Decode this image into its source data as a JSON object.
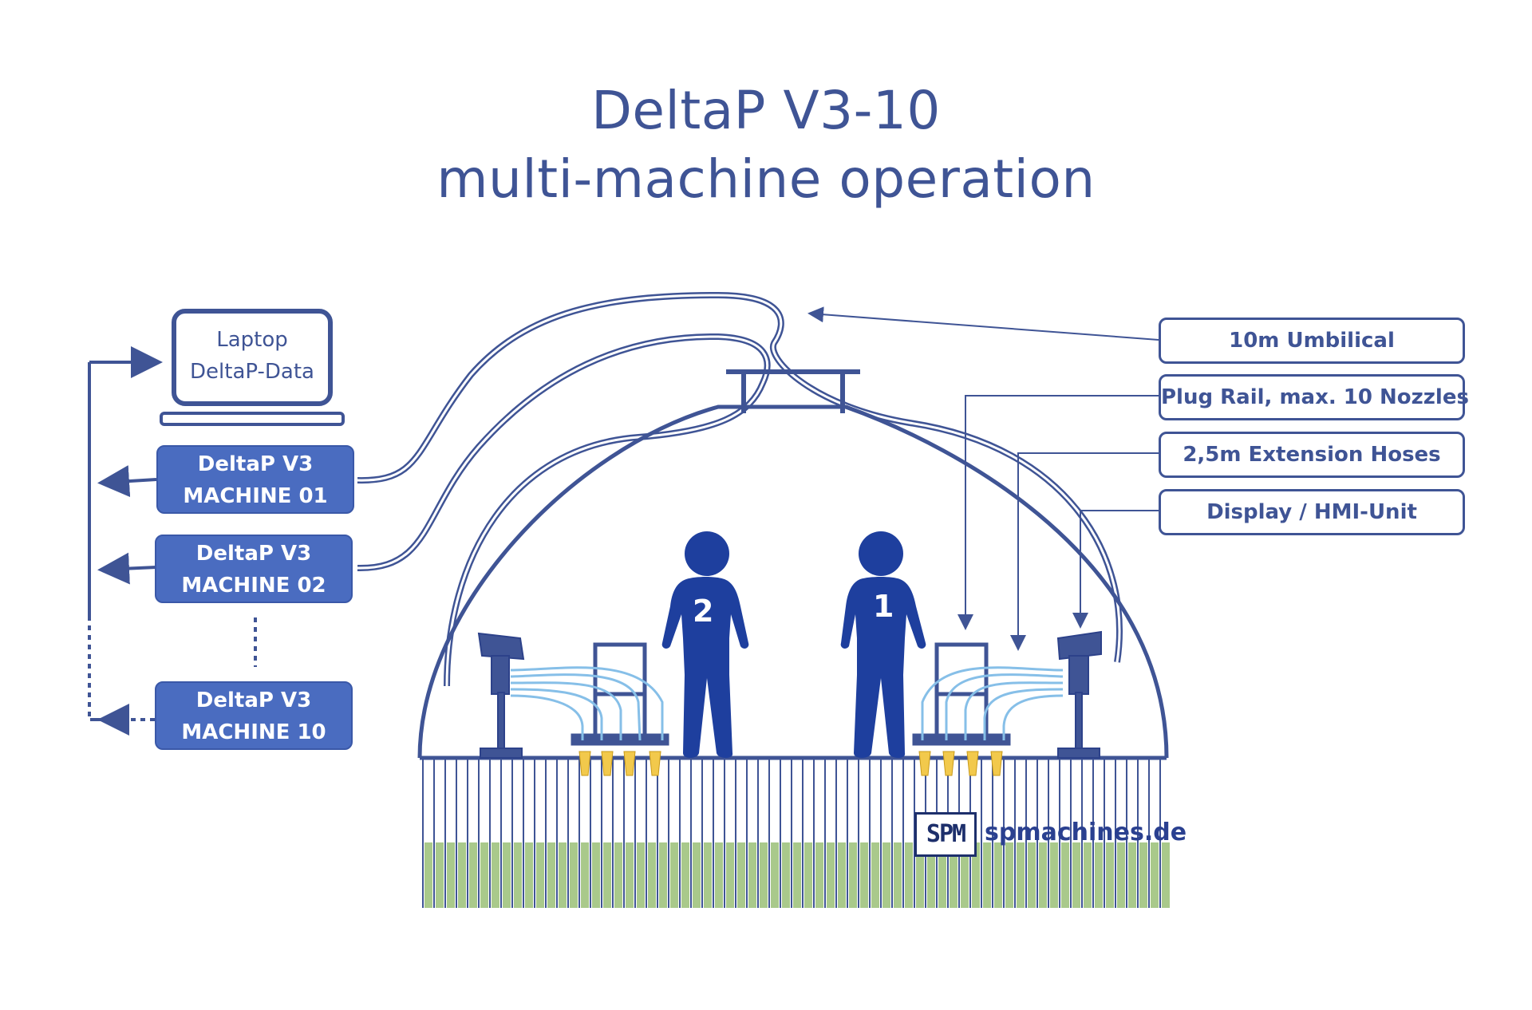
{
  "title": {
    "line1": "DeltaP V3-10",
    "line2": "multi-machine operation"
  },
  "laptop": {
    "line1": "Laptop",
    "line2": "DeltaP-Data"
  },
  "machines": [
    {
      "line1": "DeltaP V3",
      "line2": "MACHINE 01"
    },
    {
      "line1": "DeltaP V3",
      "line2": "MACHINE 02"
    },
    {
      "line1": "DeltaP V3",
      "line2": "MACHINE 10"
    }
  ],
  "callouts": [
    "10m Umbilical",
    "Plug Rail, max. 10 Nozzles",
    "2,5m Extension Hoses",
    "Display / HMI-Unit"
  ],
  "persons": [
    {
      "number": "2"
    },
    {
      "number": "1"
    }
  ],
  "logo": {
    "badge": "SPM",
    "text": "spmachines.de"
  },
  "colors": {
    "primary": "#3f5495",
    "machine_fill": "#4a6cc0",
    "figure": "#1e3f9e",
    "hose": "#86bfe8",
    "nozzle": "#f2c94c",
    "green_fill": "#a9c98b"
  }
}
